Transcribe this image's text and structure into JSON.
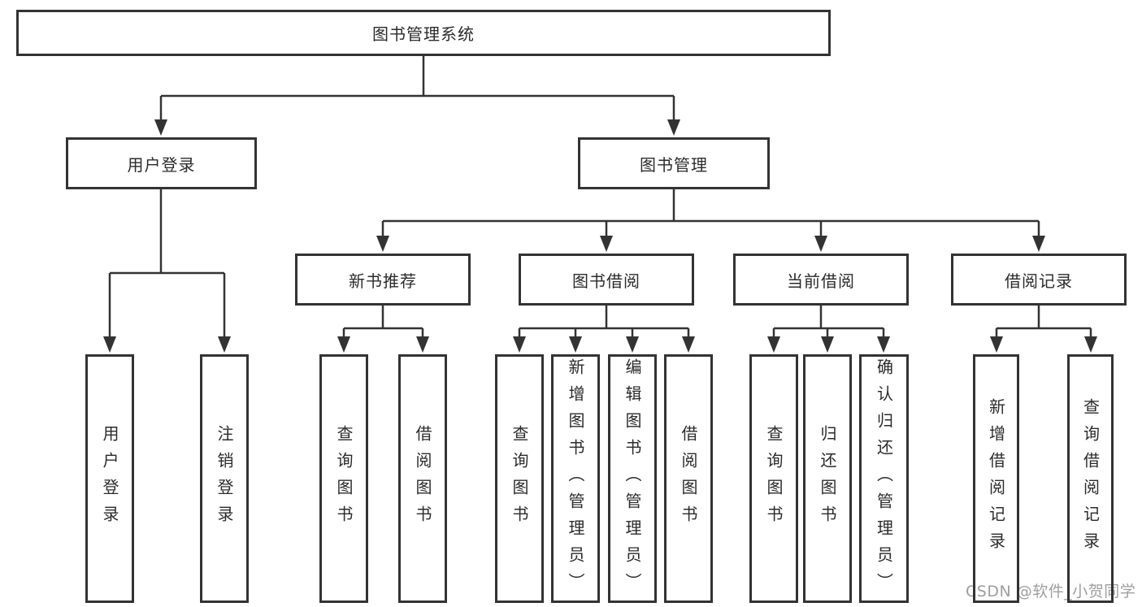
{
  "diagram_type": "hierarchy-tree",
  "colors": {
    "line": "#333333",
    "box_border": "#333333",
    "text": "#2b2b2b",
    "background": "#ffffff",
    "watermark_text_color": "#9e9e9e"
  },
  "tree": {
    "root": "图书管理系统",
    "user_login": {
      "label": "用户登录",
      "children": [
        "用户登录",
        "注销登录"
      ]
    },
    "book_mgmt": {
      "label": "图书管理",
      "groups": [
        {
          "label": "新书推荐",
          "children": [
            "查询图书",
            "借阅图书"
          ]
        },
        {
          "label": "图书借阅",
          "children": [
            "查询图书",
            "新增图书（管理员）",
            "编辑图书（管理员）",
            "借阅图书"
          ]
        },
        {
          "label": "当前借阅",
          "children": [
            "查询图书",
            "归还图书",
            "确认归还（管理员）"
          ]
        },
        {
          "label": "借阅记录",
          "children": [
            "新增借阅记录",
            "查询借阅记录"
          ]
        }
      ]
    }
  },
  "watermark": "CSDN @软件_小贺同学"
}
